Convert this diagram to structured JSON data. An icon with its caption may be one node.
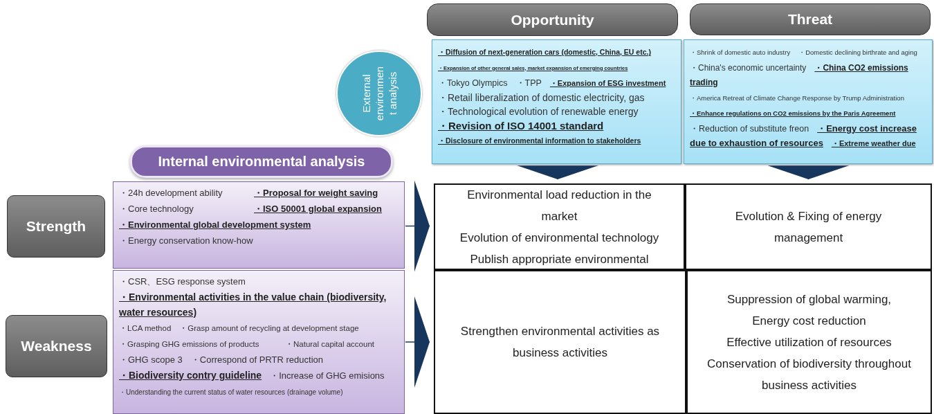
{
  "diagram": {
    "nodes": [
      {
        "text": [
          "Opportunity"
        ]
      },
      {
        "text": [
          "Threat"
        ]
      },
      {
        "text": [
          "External environmen t analysis"
        ]
      },
      {
        "text": [
          "・Diffusion of next-generation cars (domestic, China, EU etc.)",
          "・Expansion of other general sales, market expansion of emerging countries",
          "・Tokyo Olympics",
          "・TPP",
          "・Expansion of ESG investment",
          "・Retail liberalization of domestic electricity, gas",
          "・Technological evolution of renewable energy",
          "・Revision of ISO 14001 standard",
          "・Disclosure of environmental information to stakeholders"
        ]
      },
      {
        "text": [
          "・Shrink of domestic auto industry",
          "・Domestic declining birthrate and aging",
          "・China's economic uncertainty",
          "・China CO2 emissions trading",
          "・America Retreat of Climate Change Response by Trump Administration",
          "・Enhance regulations on CO2 emissions by the Paris Agreement",
          "・Reduction of substitute freon",
          "・Energy cost increase due to exhaustion of resources",
          "・Extreme weather due"
        ]
      },
      {
        "text": [
          "Internal environmental analysis"
        ]
      },
      {
        "text": [
          "Strength"
        ]
      },
      {
        "text": [
          "Weakness"
        ]
      },
      {
        "text": [
          "・24h development ability",
          "・Proposal for weight saving",
          "・Core technology",
          "・ISO 50001 global expansion",
          "・Environmental global development system",
          "・Energy conservation know-how"
        ]
      },
      {
        "text": [
          "・CSR、ESG response system",
          "・Environmental activities in the value chain (biodiversity, water resources)",
          "・LCA method",
          "・Grasp amount of recycling at development stage",
          "・Grasping GHG emissions of products",
          "・Natural capital account",
          "・GHG scope 3",
          "・Correspond of PRTR reduction",
          "・Biodiversity contry guideline",
          "・Increase of GHG emisions",
          "・Understanding the current status of water resources (drainage volume)"
        ]
      },
      {
        "text": [
          "Environmental load reduction in the market",
          "Evolution of environmental technology",
          "Publish appropriate environmental"
        ]
      },
      {
        "text": [
          "Evolution & Fixing of energy management"
        ]
      },
      {
        "text": [
          "Strengthen environmental activities as business activities"
        ]
      },
      {
        "text": [
          "Suppression of global warming,",
          "Energy cost reduction",
          "Effective utilization of resources",
          "Conservation of biodiversity throughout business activities"
        ]
      }
    ],
    "edges": [
      {
        "from": 3,
        "to": 10,
        "arrow": "to"
      },
      {
        "from": 4,
        "to": 11,
        "arrow": "to"
      },
      {
        "from": 8,
        "to": 10,
        "arrow": "to"
      },
      {
        "from": 9,
        "to": 12,
        "arrow": "to"
      }
    ]
  }
}
